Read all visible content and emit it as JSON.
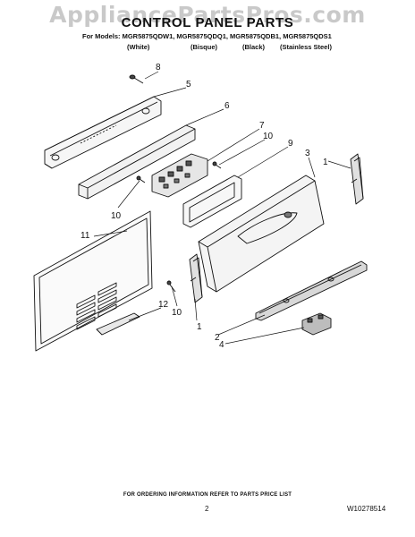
{
  "watermark": "AppliancePartsPros.com",
  "title": "CONTROL PANEL PARTS",
  "models_line": "For Models: MGR5875QDW1, MGR5875QDQ1, MGR5875QDB1, MGR5875QDS1",
  "variants": [
    "(White)",
    "(Bisque)",
    "(Black)",
    "(Stainless Steel)"
  ],
  "callouts": [
    "8",
    "5",
    "6",
    "7",
    "10",
    "9",
    "3",
    "1",
    "10",
    "11",
    "12",
    "10",
    "1",
    "2",
    "4"
  ],
  "footer": {
    "note": "FOR ORDERING INFORMATION REFER TO PARTS PRICE LIST",
    "page": "2",
    "doc_number": "W10278514"
  }
}
